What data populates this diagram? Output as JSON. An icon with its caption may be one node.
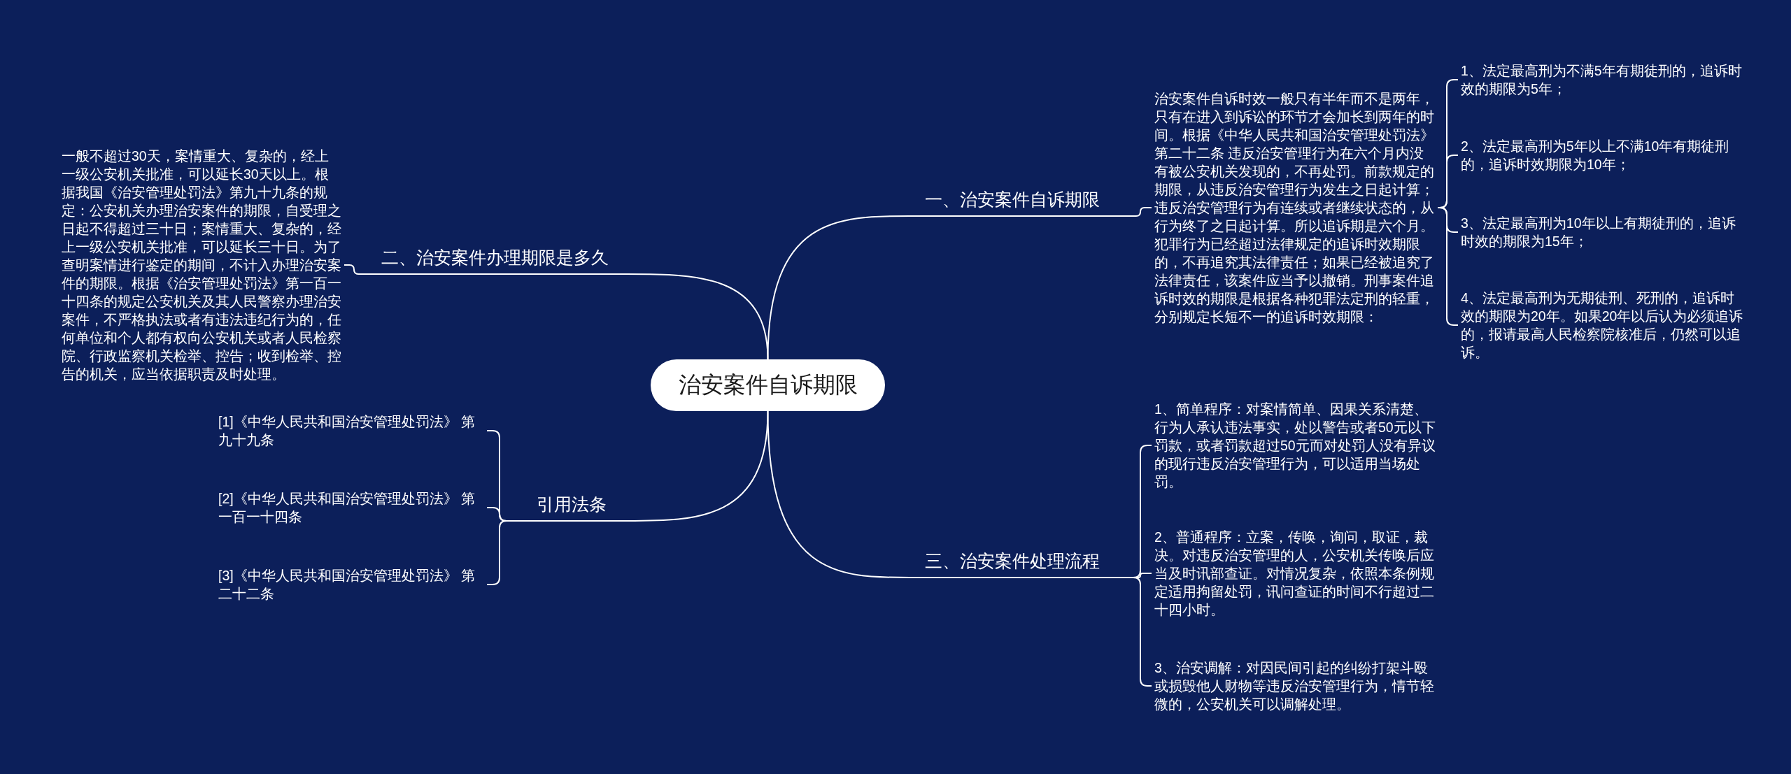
{
  "diagram": {
    "nodes": [
      {
        "text": [
          "治安案件自诉期限"
        ]
      },
      {
        "text": [
          "一、治安案件自诉期限"
        ]
      },
      {
        "text": [
          "治安案件自诉时效一般只有半年而不是两年，只有在进入到诉讼的环节才会加长到两年的时间。根据《中华人民共和国治安管理处罚法》第二十二条 违反治安管理行为在六个月内没有被公安机关发现的，不再处罚。前款规定的期限，从违反治安管理行为发生之日起计算；违反治安管理行为有连续或者继续状态的，从行为终了之日起计算。所以追诉期是六个月。犯罪行为已经超过法律规定的追诉时效期限的，不再追究其法律责任；如果已经被追究了法律责任，该案件应当予以撤销。刑事案件追诉时效的期限是根据各种犯罪法定刑的轻重，分别规定长短不一的追诉时效期限："
        ]
      },
      {
        "text": [
          "1、法定最高刑为不满5年有期徒刑的，追诉时效的期限为5年；"
        ]
      },
      {
        "text": [
          "2、法定最高刑为5年以上不满10年有期徒刑的，追诉时效期限为10年；"
        ]
      },
      {
        "text": [
          "3、法定最高刑为10年以上有期徒刑的，追诉时效的期限为15年；"
        ]
      },
      {
        "text": [
          "4、法定最高刑为无期徒刑、死刑的，追诉时效的期限为20年。如果20年以后认为必须追诉的，报请最高人民检察院核准后，仍然可以追诉。"
        ]
      },
      {
        "text": [
          "三、治安案件处理流程"
        ]
      },
      {
        "text": [
          "1、简单程序：对案情简单、因果关系清楚、行为人承认违法事实，处以警告或者50元以下罚款，或者罚款超过50元而对处罚人没有异议的现行违反治安管理行为，可以适用当场处罚。"
        ]
      },
      {
        "text": [
          "2、普通程序：立案，传唤，询问，取证，裁决。对违反治安管理的人，公安机关传唤后应当及时讯部查证。对情况复杂，依照本条例规定适用拘留处罚，讯问查证的时间不行超过二十四小时。"
        ]
      },
      {
        "text": [
          "3、治安调解：对因民间引起的纠纷打架斗殴或损毁他人财物等违反治安管理行为，情节轻微的，公安机关可以调解处理。"
        ]
      },
      {
        "text": [
          "二、治安案件办理期限是多久"
        ]
      },
      {
        "text": [
          "一般不超过30天，案情重大、复杂的，经上一级公安机关批准，可以延长30天以上。根据我国《治安管理处罚法》第九十九条的规定：公安机关办理治安案件的期限，自受理之日起不得超过三十日；案情重大、复杂的，经上一级公安机关批准，可以延长三十日。为了查明案情进行鉴定的期间，不计入办理治安案件的期限。根据《治安管理处罚法》第一百一十四条的规定公安机关及其人民警察办理治安案件，不严格执法或者有违法违纪行为的，任何单位和个人都有权向公安机关或者人民检察院、行政监察机关检举、控告；收到检举、控告的机关，应当依据职责及时处理。"
        ]
      },
      {
        "text": [
          "引用法条"
        ]
      },
      {
        "text": [
          "[1]《中华人民共和国治安管理处罚法》 第九十九条"
        ]
      },
      {
        "text": [
          "[2]《中华人民共和国治安管理处罚法》 第一百一十四条"
        ]
      },
      {
        "text": [
          "[3]《中华人民共和国治安管理处罚法》 第二十二条"
        ]
      }
    ],
    "edges": [
      {
        "from": 0,
        "to": 1,
        "arrow": "none"
      },
      {
        "from": 1,
        "to": 2,
        "arrow": "none"
      },
      {
        "from": 2,
        "to": 3,
        "arrow": "none"
      },
      {
        "from": 2,
        "to": 4,
        "arrow": "none"
      },
      {
        "from": 2,
        "to": 5,
        "arrow": "none"
      },
      {
        "from": 2,
        "to": 6,
        "arrow": "none"
      },
      {
        "from": 0,
        "to": 7,
        "arrow": "none"
      },
      {
        "from": 7,
        "to": 8,
        "arrow": "none"
      },
      {
        "from": 7,
        "to": 9,
        "arrow": "none"
      },
      {
        "from": 7,
        "to": 10,
        "arrow": "none"
      },
      {
        "from": 0,
        "to": 11,
        "arrow": "none"
      },
      {
        "from": 11,
        "to": 12,
        "arrow": "none"
      },
      {
        "from": 0,
        "to": 13,
        "arrow": "none"
      },
      {
        "from": 13,
        "to": 14,
        "arrow": "none"
      },
      {
        "from": 13,
        "to": 15,
        "arrow": "none"
      },
      {
        "from": 13,
        "to": 16,
        "arrow": "none"
      }
    ]
  }
}
